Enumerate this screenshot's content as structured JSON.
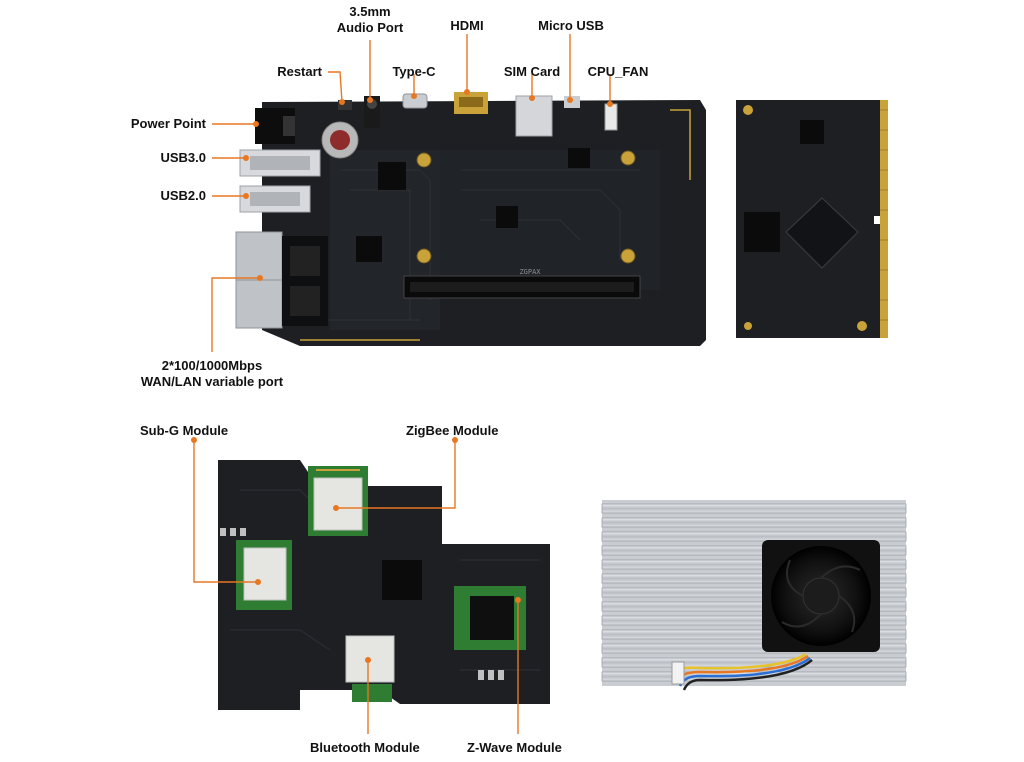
{
  "labels": {
    "audio_port": "3.5mm\nAudio Port",
    "hdmi": "HDMI",
    "micro_usb": "Micro USB",
    "restart": "Restart",
    "type_c": "Type-C",
    "sim_card": "SIM Card",
    "cpu_fan": "CPU_FAN",
    "power_point": "Power Point",
    "usb3": "USB3.0",
    "usb2": "USB2.0",
    "wan_lan": "2*100/1000Mbps\nWAN/LAN variable port",
    "sub_g": "Sub-G Module",
    "zigbee": "ZigBee Module",
    "bluetooth": "Bluetooth Module",
    "zwave": "Z-Wave Module",
    "silkscreen_ram": "ZGPAX"
  },
  "colors": {
    "leader": "#e87722",
    "pcb": "#1d1f22",
    "pcb_trace": "#2a2d31",
    "heatsink": "#c9cdd2",
    "gold": "#c9a23a"
  }
}
